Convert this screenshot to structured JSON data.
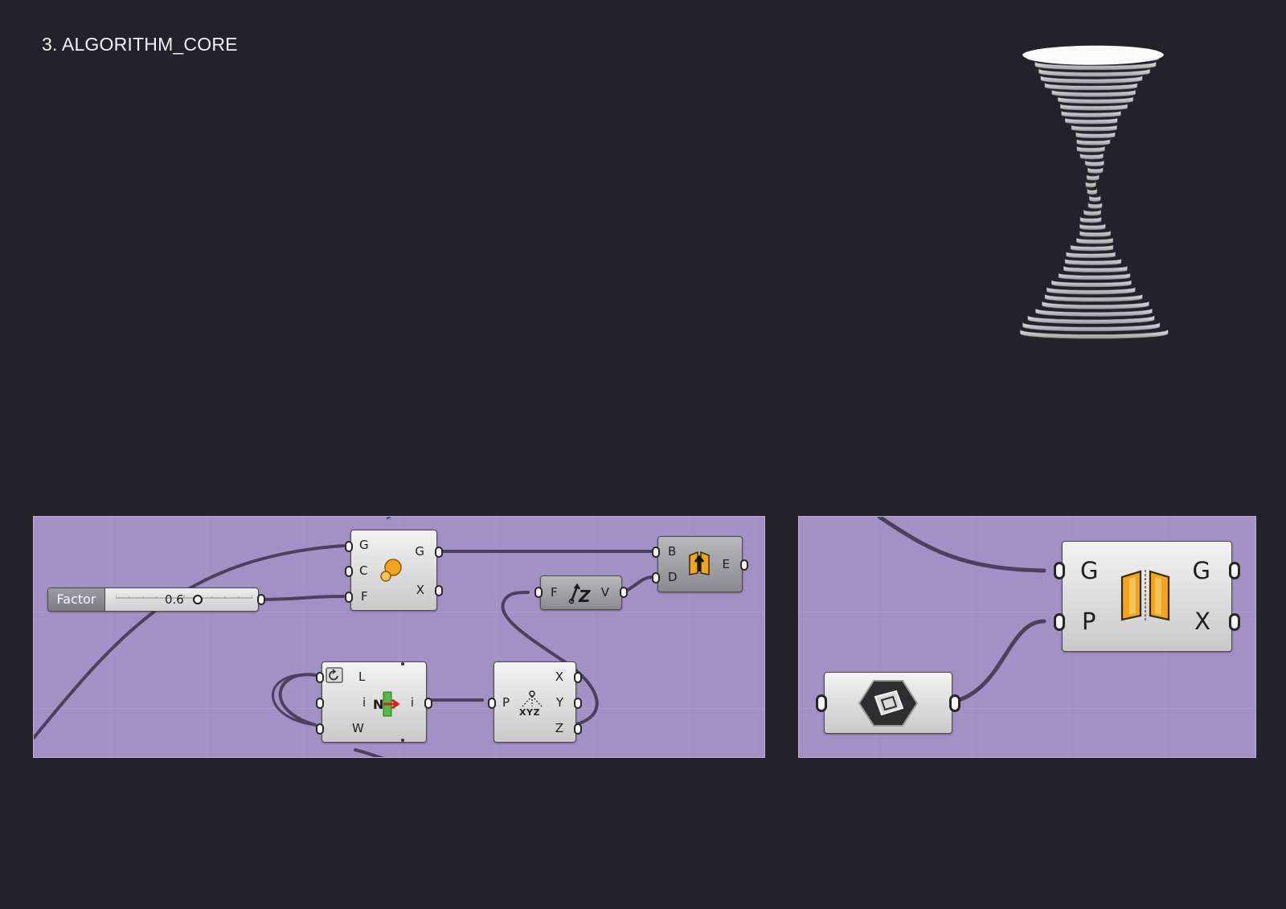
{
  "page": {
    "title": "3. ALGORITHM_CORE"
  },
  "slider": {
    "label": "Factor",
    "value": "0.6"
  },
  "scale_component": {
    "inputs": [
      "G",
      "C",
      "F"
    ],
    "outputs": [
      "G",
      "X"
    ],
    "icon": "scale-icon"
  },
  "extrude_component": {
    "inputs": [
      "B",
      "D"
    ],
    "outputs": [
      "E"
    ],
    "icon": "extrude-icon"
  },
  "unit_z_component": {
    "inputs": [
      "F"
    ],
    "outputs": [
      "V"
    ],
    "icon": "unit-z-icon",
    "icon_text": "Z"
  },
  "list_item_component": {
    "inputs": [
      "L",
      "i",
      "W"
    ],
    "outputs": [
      "i"
    ],
    "icon": "list-item-icon",
    "icon_text": "N"
  },
  "deconstruct_component": {
    "inputs": [
      "P"
    ],
    "outputs": [
      "X",
      "Y",
      "Z"
    ],
    "icon": "deconstruct-point-icon",
    "icon_text": "XYZ"
  },
  "mirror_component": {
    "inputs": [
      "G",
      "P"
    ],
    "outputs": [
      "G",
      "X"
    ],
    "icon": "mirror-icon"
  },
  "plane_param": {
    "icon": "plane-param-icon"
  },
  "colors": {
    "background": "#22212c",
    "canvas": "#a291c4",
    "wire": "#4a4160",
    "accent_orange": "#f2a41e"
  }
}
